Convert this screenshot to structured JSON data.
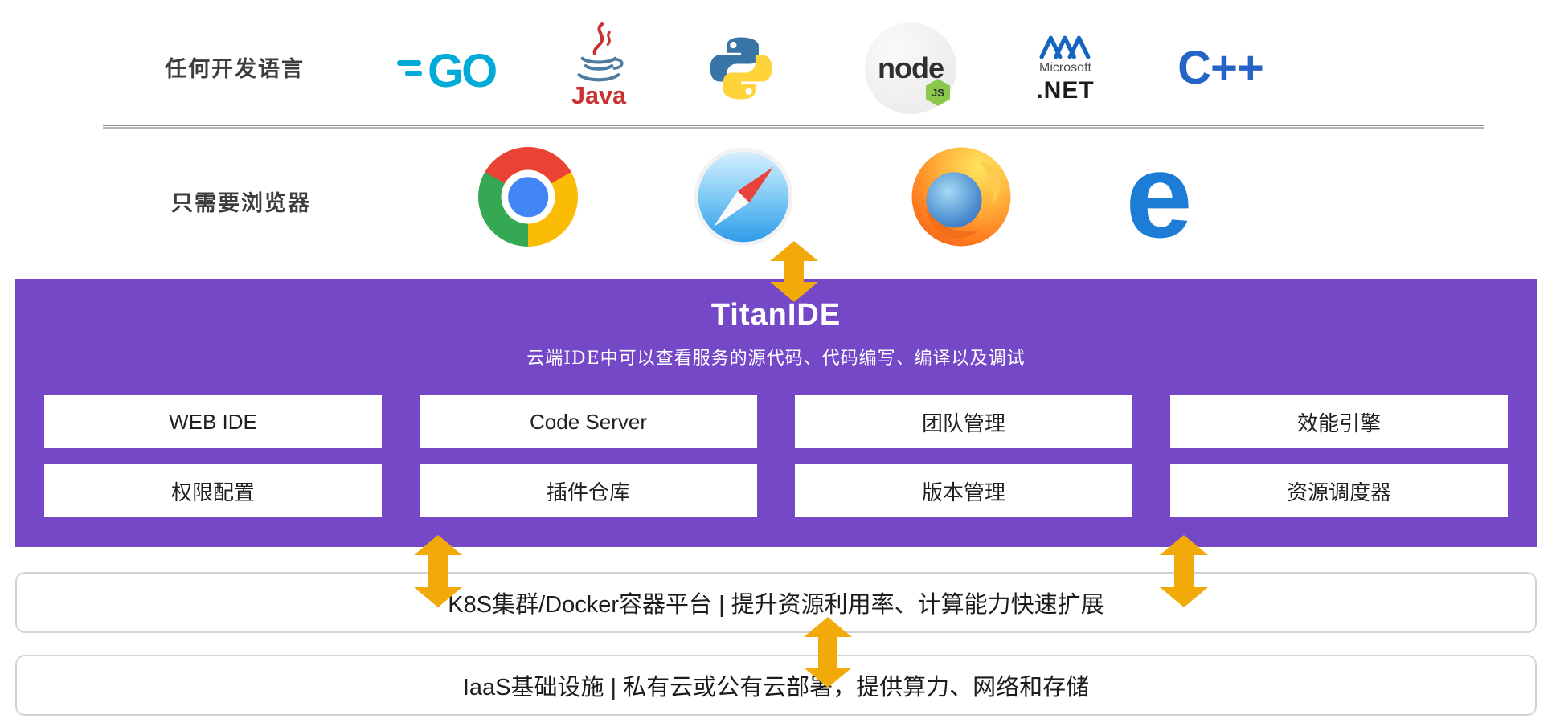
{
  "languages_row": {
    "label": "任何开发语言",
    "go_text": "GO",
    "java_text": "Java",
    "node_text": "node",
    "node_badge": "JS",
    "microsoft_text": "Microsoft",
    "net_text": ".NET",
    "cpp_text": "C++"
  },
  "browsers_row": {
    "label": "只需要浏览器",
    "edge_letter": "e"
  },
  "titanide": {
    "title": "TitanIDE",
    "subtitle": "云端IDE中可以查看服务的源代码、代码编写、编译以及调试",
    "features": [
      [
        "WEB IDE",
        "Code Server",
        "团队管理",
        "效能引擎"
      ],
      [
        "权限配置",
        "插件仓库",
        "版本管理",
        "资源调度器"
      ]
    ]
  },
  "layers": {
    "k8s_text": "K8S集群/Docker容器平台 | 提升资源利用率、计算能力快速扩展",
    "iaas_text": "IaaS基础设施 | 私有云或公有云部署，提供算力、网络和存储"
  },
  "colors": {
    "purple": "#7548C8",
    "arrow_gold": "#F2A90A",
    "go_blue": "#00ACD7",
    "java_red": "#CA3132",
    "node_green": "#8CC84B",
    "net_blue": "#1565C0",
    "cpp_blue": "#2563C4",
    "edge_blue": "#1C7CD6"
  }
}
